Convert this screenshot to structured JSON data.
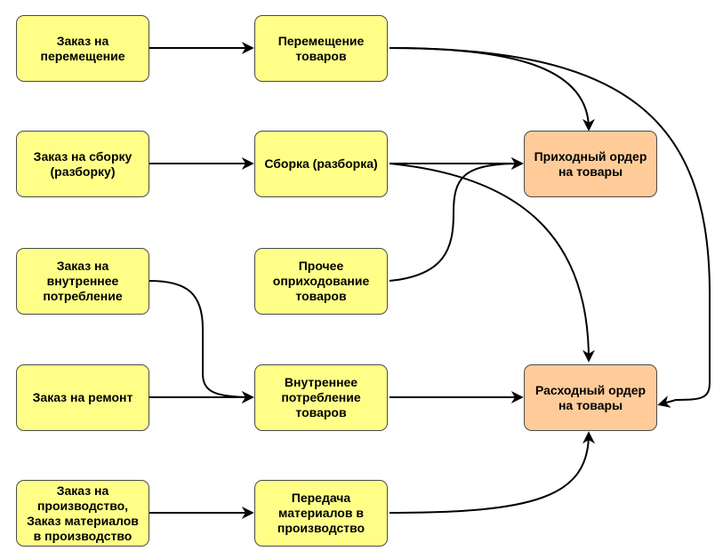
{
  "nodes": {
    "order_transfer": "Заказ на\nперемещение",
    "goods_transfer": "Перемещение\nтоваров",
    "order_assembly": "Заказ на сборку\n(разборку)",
    "assembly": "Сборка (разборка)",
    "receipt_order": "Приходный ордер\nна товары",
    "order_internal": "Заказ на\nвнутреннее\nпотребление",
    "other_receipt": "Прочее\nоприходование\nтоваров",
    "order_repair": "Заказ на ремонт",
    "internal_consumption": "Внутреннее\nпотребление\nтоваров",
    "expense_order": "Расходный ордер\nна товары",
    "order_production": "Заказ на\nпроизводство,\nЗаказ материалов\nв производство",
    "materials_transfer": "Передача\nматериалов в\nпроизводство"
  },
  "colors": {
    "process": "#ffff88",
    "order": "#ffcc99",
    "border": "#4a4a4a",
    "edge": "#000000"
  }
}
